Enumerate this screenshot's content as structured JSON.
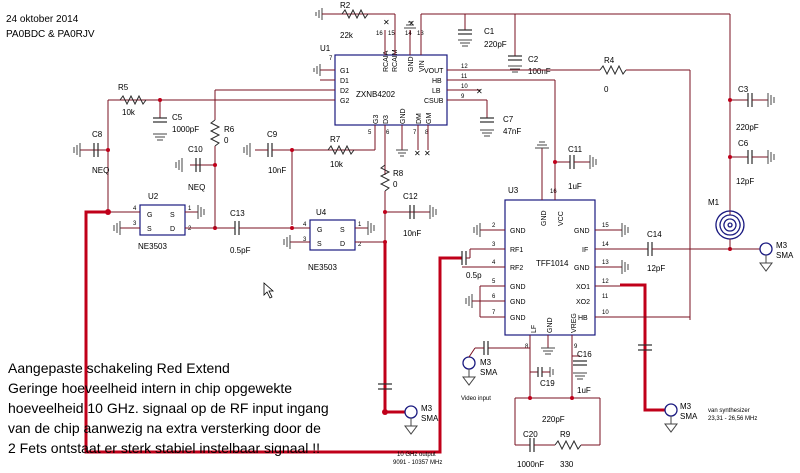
{
  "header": {
    "date": "24 oktober 2014",
    "authors": "PA0BDC & PA0RJV"
  },
  "u1": {
    "ref": "U1",
    "part": "ZXNB4202",
    "pins_left": [
      "G1",
      "D1",
      "D2",
      "G2"
    ],
    "pins_left_nums": [
      "7",
      "",
      "",
      ""
    ],
    "pins_top": [
      "RCAIA",
      "RCAIM",
      "GND",
      "VIN"
    ],
    "pins_top_nums": [
      "16",
      "15",
      "14",
      "13"
    ],
    "pins_right": [
      "VOUT",
      "HB",
      "LB",
      "CSUB"
    ],
    "pins_right_nums": [
      "12",
      "11",
      "10",
      "9"
    ],
    "pins_bottom": [
      "G3",
      "D3",
      "GND",
      "DM",
      "GM"
    ],
    "pins_bottom_nums": [
      "5",
      "6",
      "",
      "7",
      "8"
    ]
  },
  "u2": {
    "ref": "U2",
    "part": "NE3503",
    "pin_g": "G",
    "pin_s1": "S",
    "pin_s2": "S",
    "pin_d": "D",
    "n4": "4",
    "n3": "3",
    "n1": "1",
    "n2": "2"
  },
  "u4": {
    "ref": "U4",
    "part": "NE3503",
    "pin_g": "G",
    "pin_s1": "S",
    "pin_s2": "S",
    "pin_d": "D",
    "n4": "4",
    "n3": "3",
    "n1": "1",
    "n2": "2"
  },
  "u3": {
    "ref": "U3",
    "part": "TFF1014",
    "left_pins": [
      "GND",
      "RF1",
      "RF2",
      "GND",
      "GND",
      "GND"
    ],
    "left_nums": [
      "2",
      "3",
      "4",
      "5",
      "6",
      "7"
    ],
    "right_pins": [
      "GND",
      "IF",
      "GND",
      "XO1",
      "XO2",
      "HB"
    ],
    "right_nums": [
      "15",
      "14",
      "13",
      "12",
      "11",
      "10"
    ],
    "top_pins": [
      "GND",
      "VCC"
    ],
    "top_nums": [
      "",
      "16"
    ],
    "bottom_pins": [
      "LF",
      "GND",
      "VREG"
    ],
    "bottom_nums": [
      "8",
      "",
      "9"
    ]
  },
  "components": {
    "r2": {
      "ref": "R2",
      "value": "22k"
    },
    "c1": {
      "ref": "C1",
      "value": "220pF"
    },
    "c2": {
      "ref": "C2",
      "value": "100nF"
    },
    "r4": {
      "ref": "R4",
      "value": "0"
    },
    "c3": {
      "ref": "C3",
      "value": "220pF"
    },
    "c6": {
      "ref": "C6",
      "value": "12pF"
    },
    "m1": {
      "ref": "M1"
    },
    "r5": {
      "ref": "R5",
      "value": "10k"
    },
    "c5": {
      "ref": "C5",
      "value": "1000pF"
    },
    "r6": {
      "ref": "R6",
      "value": "0"
    },
    "c8": {
      "ref": "C8",
      "value": "NEQ"
    },
    "c9": {
      "ref": "C9",
      "value": "10nF"
    },
    "r7": {
      "ref": "R7",
      "value": "10k"
    },
    "c7": {
      "ref": "C7",
      "value": "47nF"
    },
    "c10": {
      "ref": "C10",
      "value": "NEQ"
    },
    "c11": {
      "ref": "C11",
      "value": "1uF"
    },
    "r8": {
      "ref": "R8",
      "value": "0"
    },
    "c12": {
      "ref": "C12",
      "value": "10nF"
    },
    "c13": {
      "ref": "C13",
      "value": "0.5pF"
    },
    "c_rf": {
      "ref": "",
      "value": "0.5p"
    },
    "c14": {
      "ref": "C14",
      "value": "12pF"
    },
    "c16": {
      "ref": "C16",
      "value": "1uF"
    },
    "c19": {
      "ref": "C19",
      "value": "220pF"
    },
    "c20": {
      "ref": "C20",
      "value": "1000nF"
    },
    "r9": {
      "ref": "R9",
      "value": "330"
    }
  },
  "connectors": {
    "sma_if": {
      "label": "M3",
      "sub": "SMA"
    },
    "sma_video": {
      "label": "M3",
      "sub": "SMA",
      "caption": "Video input"
    },
    "sma_out": {
      "label": "M3",
      "sub": "SMA",
      "caption1": "10 GHz output",
      "caption2": "9091 - 10357 MHz"
    },
    "sma_synth": {
      "label": "M3",
      "sub": "SMA",
      "caption1": "van synthesizer",
      "caption2": "23,31 - 26,56 MHz"
    }
  },
  "note": {
    "line1": "Aangepaste schakeling Red Extend",
    "line2": "Geringe hoeveelheid intern in chip opgewekte",
    "line3": "hoeveelheid 10 GHz. signaal op de RF input ingang",
    "line4": "van de chip aanwezig na extra versterking door de",
    "line5": "2 Fets ontstaat er sterk stabiel instelbaar signaal !!"
  },
  "colors": {
    "wire": "#7a1020",
    "bold_wire": "#c0001a",
    "chip_border": "#1a1a80"
  }
}
